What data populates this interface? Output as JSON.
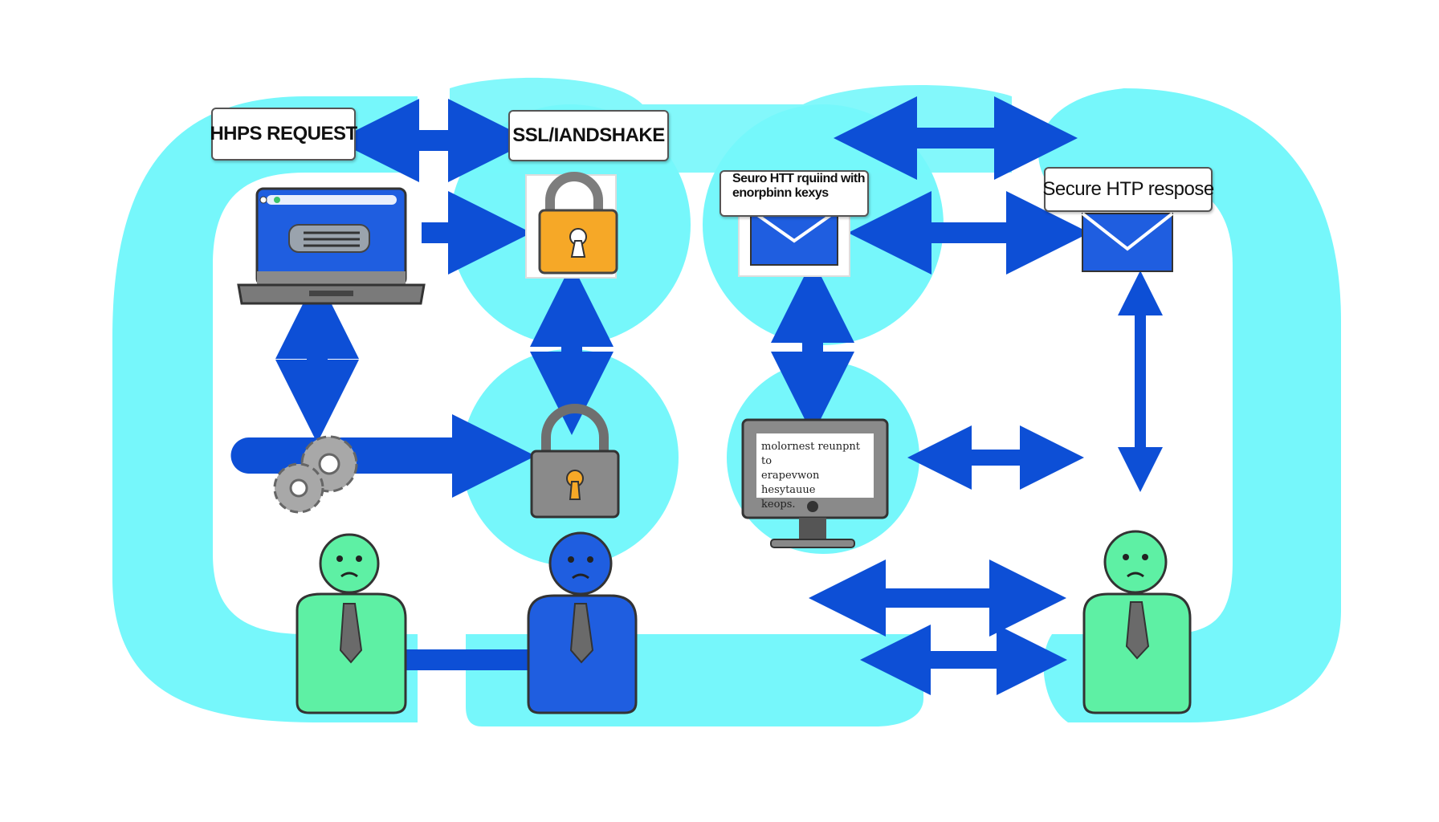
{
  "labels": {
    "https_request": "HHPS REQUEST",
    "ssl_handshake": "SSL/IANDSHAKE",
    "secure_request_line1": "Seuro HTT rquiind with",
    "secure_request_line2": "enorpbinn kexys",
    "secure_response": "Secure HTP respose",
    "monitor_line1": "molornest reunpnt to",
    "monitor_line2": "erapevwon hesytauue",
    "monitor_line3": "keops."
  },
  "colors": {
    "cyan_track": "#76f7fb",
    "arrow_blue": "#0d4fd6",
    "envelope_blue": "#1f5ee0",
    "lock_orange": "#f6a827",
    "lock_gray": "#8a8a8a",
    "person_green": "#5ef0a4",
    "person_blue": "#1f5ee0",
    "tie_gray": "#6a6a6a"
  },
  "icons": [
    "laptop-icon",
    "lock-icon",
    "envelope-icon",
    "gear-icon",
    "monitor-icon",
    "person-icon"
  ]
}
